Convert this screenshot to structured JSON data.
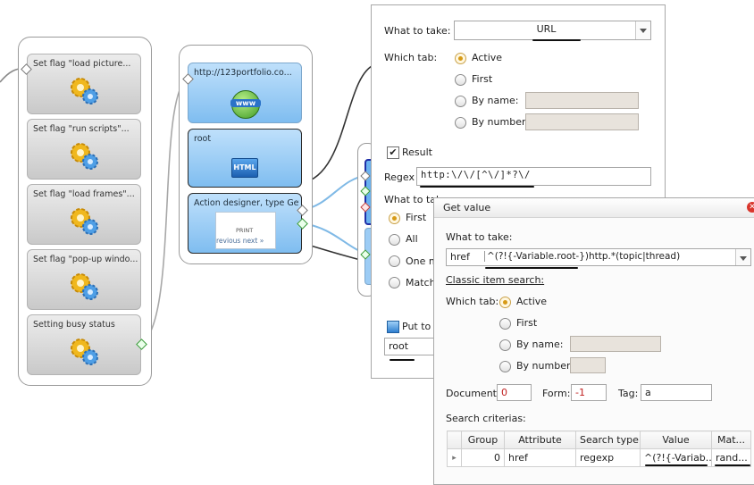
{
  "canvas": {
    "left_group": {
      "blocks": [
        {
          "label": "Set flag \"load picture..."
        },
        {
          "label": "Set flag \"run scripts\"..."
        },
        {
          "label": "Set flag \"load frames\"..."
        },
        {
          "label": "Set flag \"pop-up windo..."
        },
        {
          "label": "Setting busy status"
        }
      ]
    },
    "mid_group": {
      "blocks": [
        {
          "label": "http://123portfolio.co...",
          "badge": "www"
        },
        {
          "label": "root",
          "badge": "HTML"
        },
        {
          "label": "Action designer, type Get",
          "preview_title": "PRINT",
          "preview_text": "revious next »"
        }
      ]
    }
  },
  "panel_regex": {
    "what_to_take_label": "What to take:",
    "what_to_take_value": "URL",
    "which_tab_label": "Which tab:",
    "tab_options": [
      "Active",
      "First",
      "By name:",
      "By number:"
    ],
    "result_label": "Result",
    "result_checked": "✔",
    "regex_label": "Regex",
    "regex_value": "http:\\/\\/[^\\/]*?\\/",
    "what_to_take2_label": "What to take:",
    "take_options": [
      "First",
      "All",
      "One m",
      "Match"
    ],
    "put_to_label": "Put to v",
    "put_to_value": "root"
  },
  "get_value": {
    "title": "Get value",
    "what_to_take_label": "What to take:",
    "what_to_take_value": "href",
    "what_to_take_regex": "^(?!{-Variable.root-})http.*(topic|thread)",
    "classic_search_link": "Classic item search:",
    "which_tab_label": "Which tab:",
    "tab_options": [
      "Active",
      "First",
      "By name:",
      "By number:"
    ],
    "document_label": "Document:",
    "document_value": "0",
    "form_label": "Form:",
    "form_value": "-1",
    "tag_label": "Tag:",
    "tag_value": "a",
    "criteria_label": "Search criterias:",
    "table": {
      "columns": [
        "Group",
        "Attribute",
        "Search type",
        "Value",
        "Mat..."
      ],
      "rows": [
        {
          "marker": "▸",
          "group": "0",
          "attribute": "href",
          "search_type": "regexp",
          "value": "^(?!{-Variab...",
          "match": "rand..."
        }
      ]
    }
  }
}
